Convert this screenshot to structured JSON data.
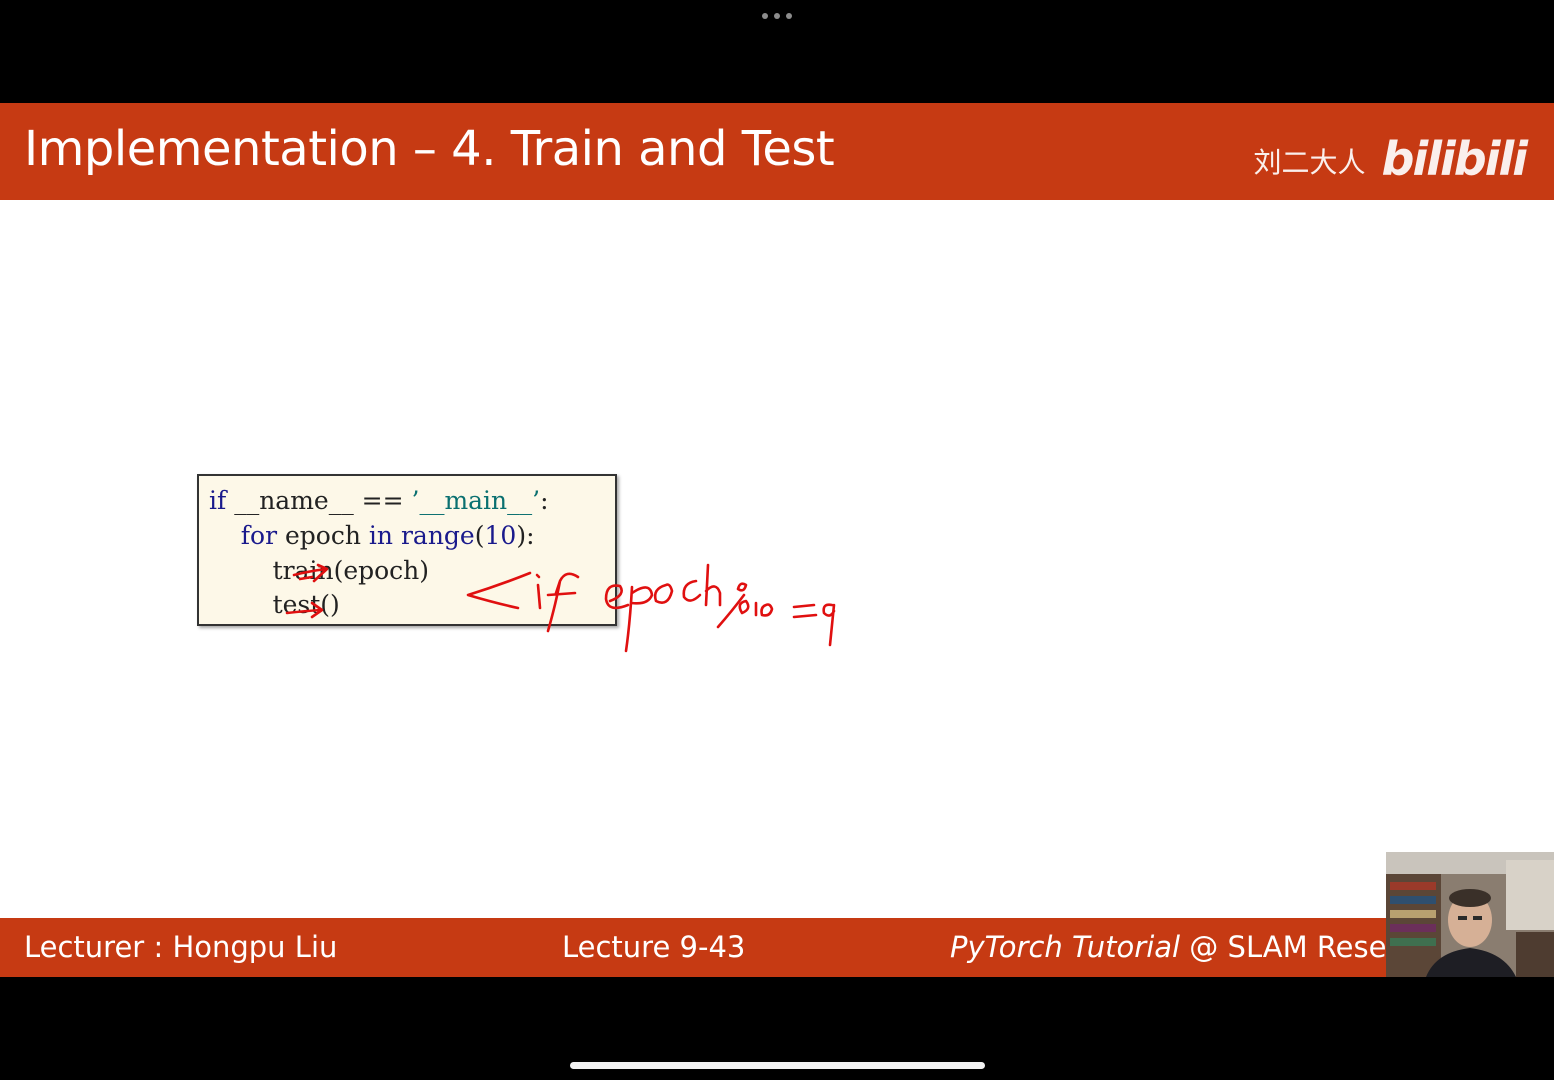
{
  "app": {
    "more_menu_icon": "more-dots-icon"
  },
  "slide": {
    "title": "Implementation – 4. Train and Test",
    "watermark_author": "刘二大人",
    "watermark_logo": "bilibili"
  },
  "code": {
    "lines": [
      {
        "tokens": [
          {
            "t": "if",
            "c": "kw"
          },
          {
            "t": " __name__ == ",
            "c": "plain"
          },
          {
            "t": "’__main__’",
            "c": "str"
          },
          {
            "t": ":",
            "c": "plain"
          }
        ]
      },
      {
        "tokens": [
          {
            "t": "    for",
            "c": "kw"
          },
          {
            "t": " epoch ",
            "c": "plain"
          },
          {
            "t": "in",
            "c": "kw"
          },
          {
            "t": " ",
            "c": "plain"
          },
          {
            "t": "range",
            "c": "kw"
          },
          {
            "t": "(",
            "c": "plain"
          },
          {
            "t": "10",
            "c": "num"
          },
          {
            "t": "):",
            "c": "plain"
          }
        ]
      },
      {
        "tokens": [
          {
            "t": "        train(epoch)",
            "c": "plain"
          }
        ]
      },
      {
        "tokens": [
          {
            "t": "        test()",
            "c": "plain"
          }
        ]
      }
    ]
  },
  "annotation": {
    "handwritten_note": "if epoch %10 = 9",
    "ink_color": "#e01010"
  },
  "footer": {
    "lecturer": "Lecturer : Hongpu Liu",
    "lecture_number": "Lecture 9-43",
    "course_italic": "PyTorch Tutorial",
    "course_rest": " @ SLAM Resea"
  },
  "colors": {
    "accent": "#c63a13",
    "code_background": "#fdf8e8"
  }
}
